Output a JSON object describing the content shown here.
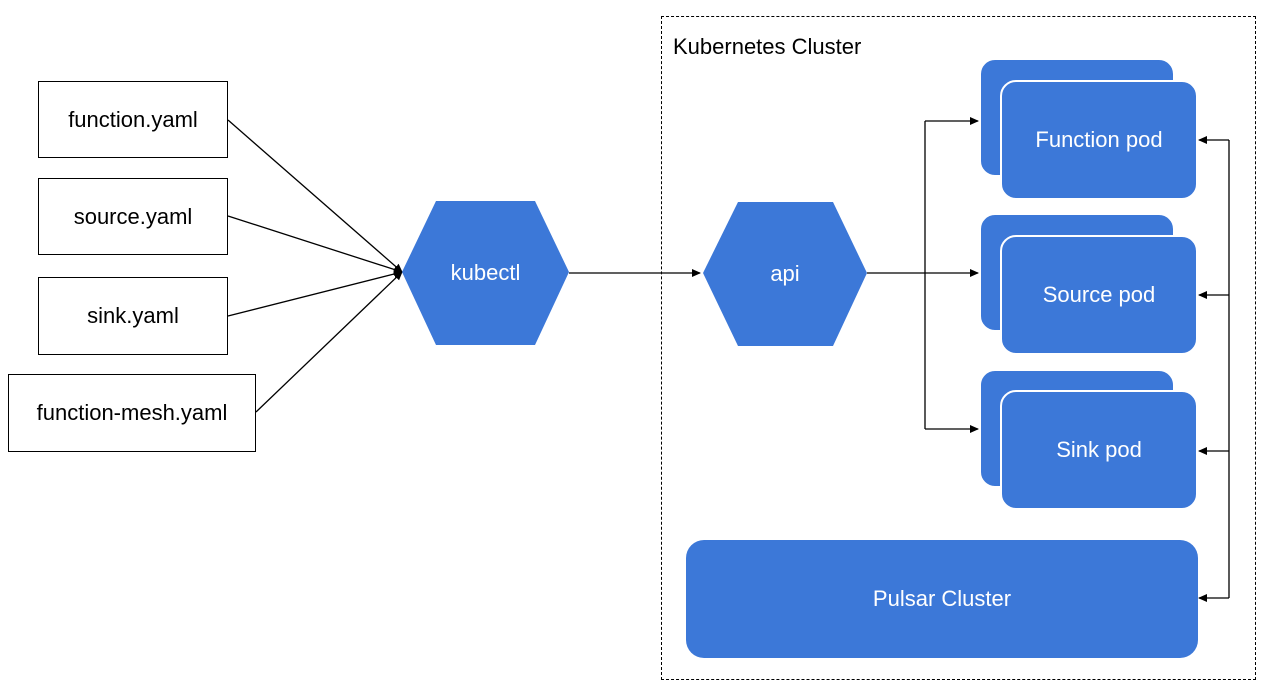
{
  "files": [
    {
      "label": "function.yaml"
    },
    {
      "label": "source.yaml"
    },
    {
      "label": "sink.yaml"
    },
    {
      "label": "function-mesh.yaml"
    }
  ],
  "kubectl": {
    "label": "kubectl"
  },
  "cluster": {
    "title": "Kubernetes Cluster",
    "api": {
      "label": "api"
    },
    "pods": [
      {
        "label": "Function pod"
      },
      {
        "label": "Source pod"
      },
      {
        "label": "Sink pod"
      }
    ],
    "pulsar": {
      "label": "Pulsar Cluster"
    }
  },
  "colors": {
    "node_fill": "#3c78d8",
    "line": "#000000"
  }
}
